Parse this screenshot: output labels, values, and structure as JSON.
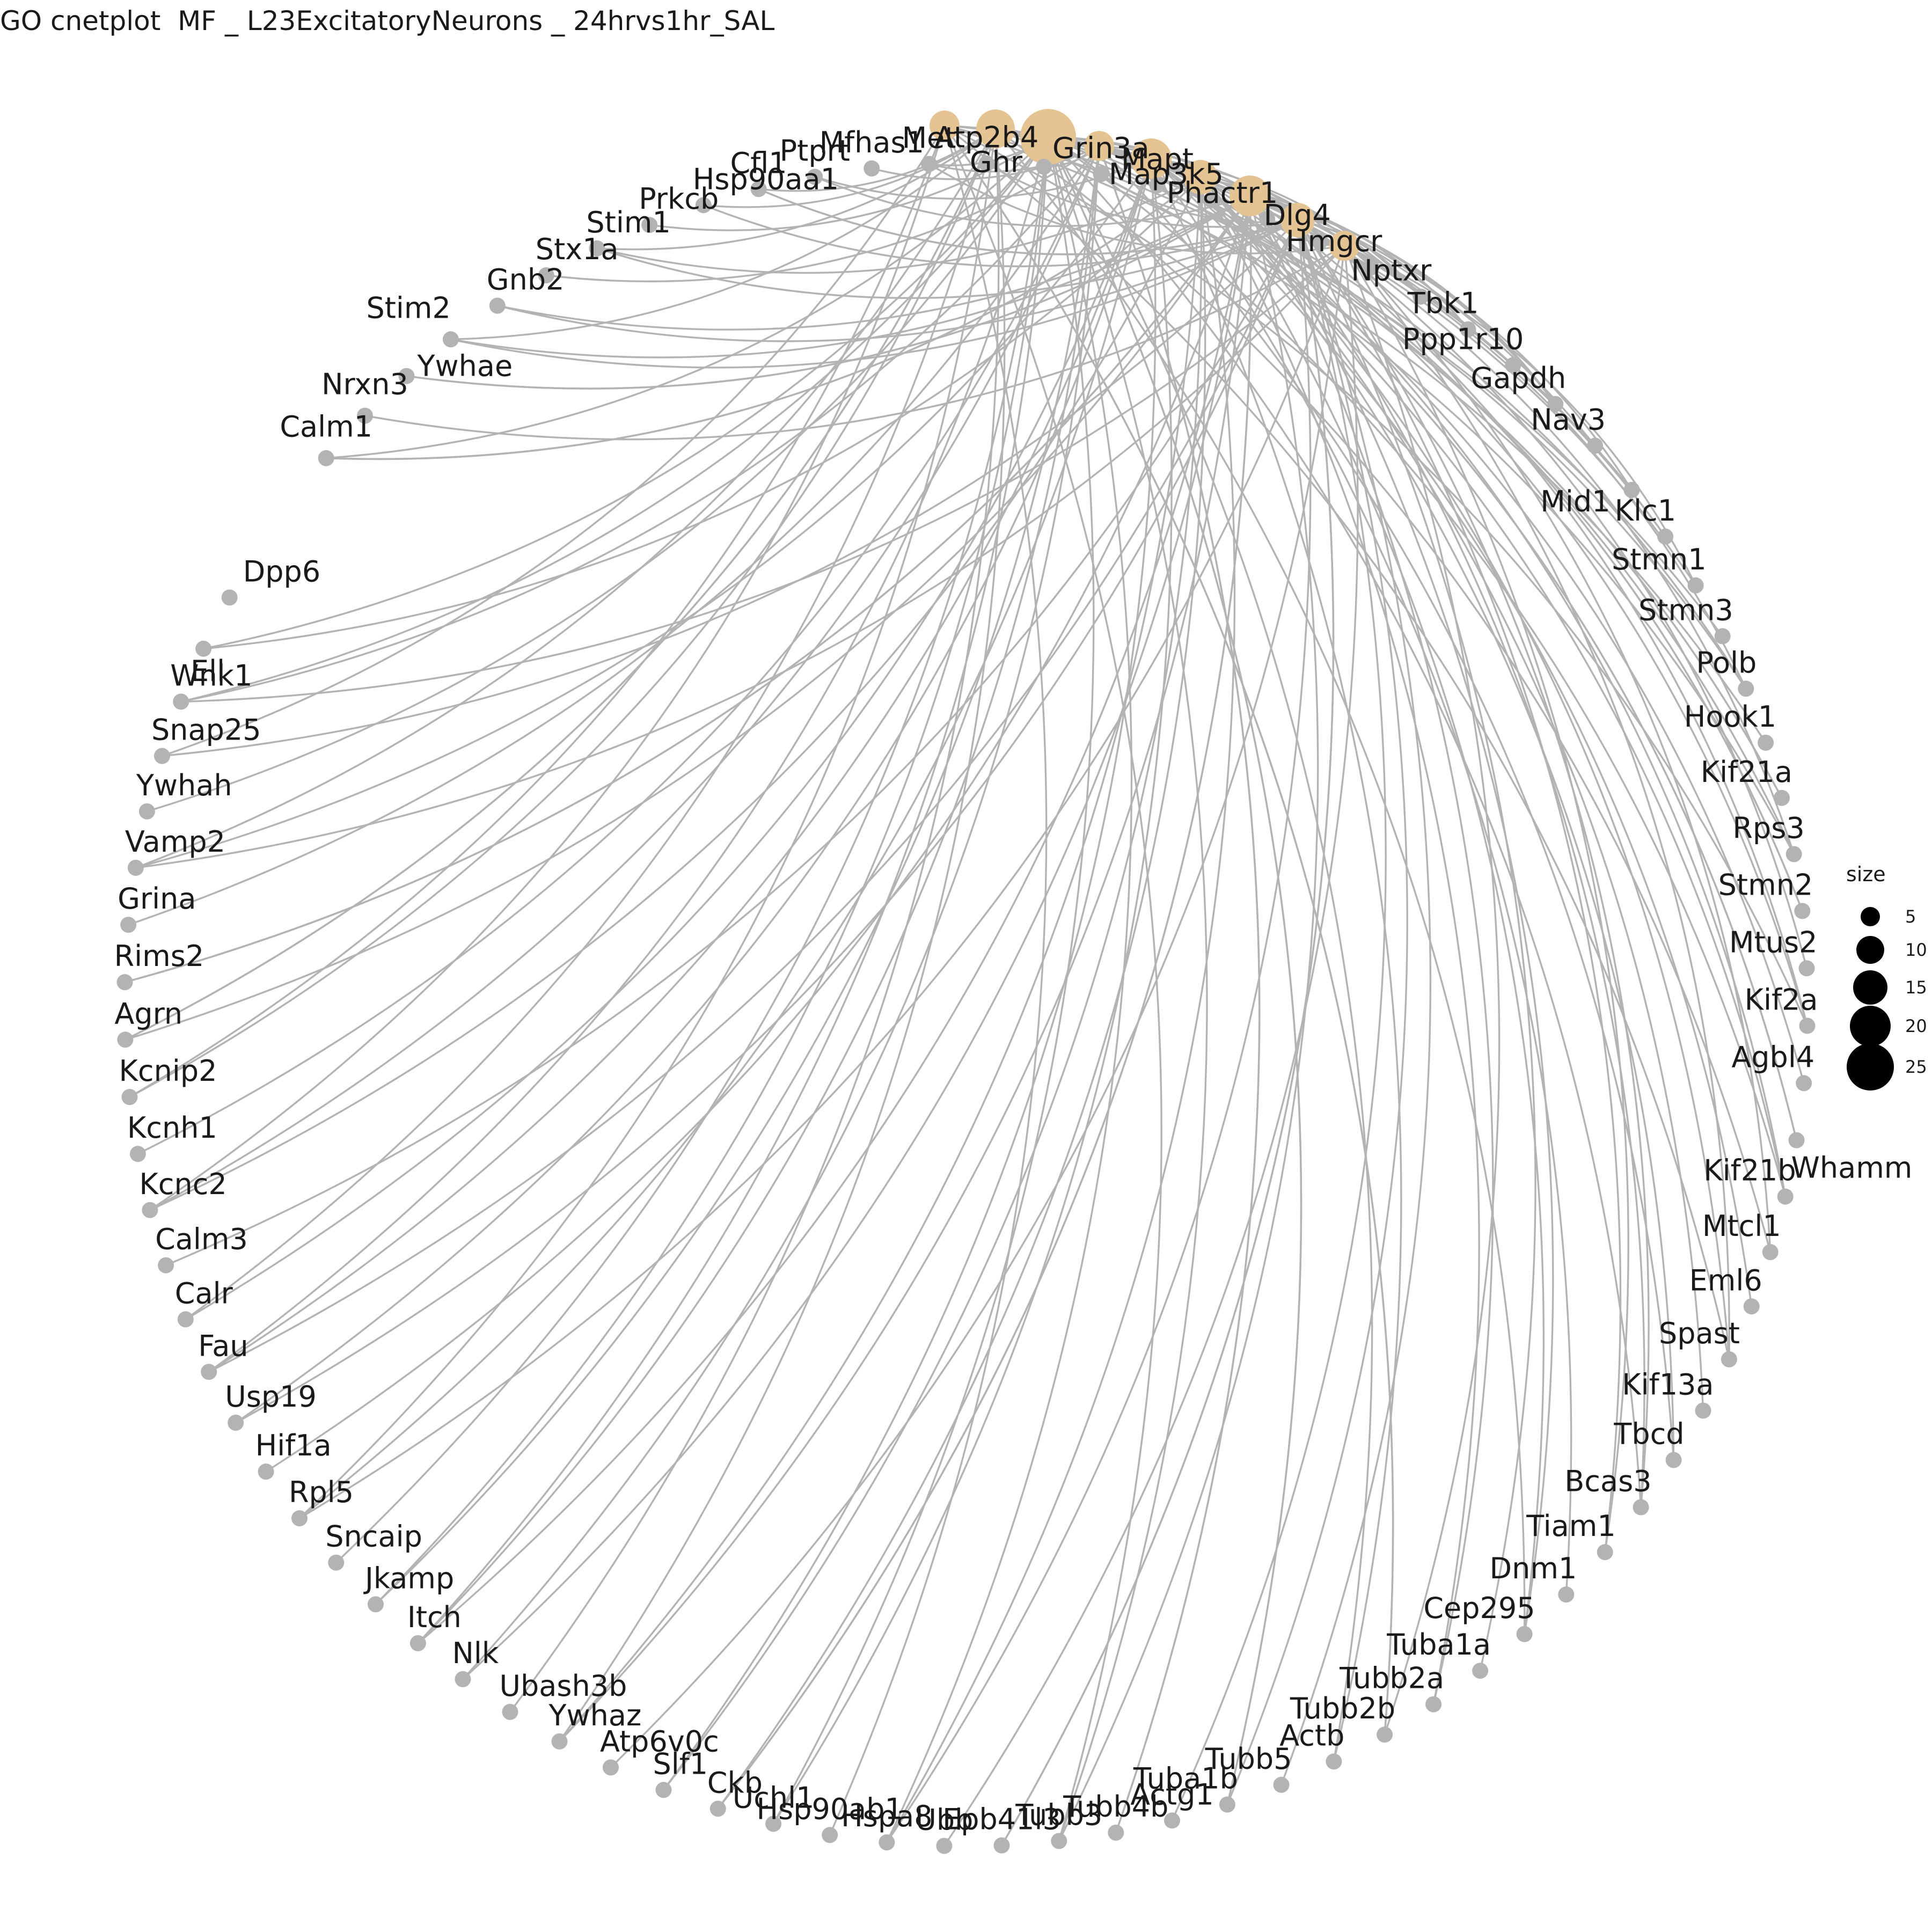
{
  "title": "GO cnetplot  MF _ L23ExcitatoryNeurons _ 24hrvs1hr_SAL",
  "colors": {
    "gene": "#b3b3b3",
    "category": "#e5c494",
    "edge": "#b3b3b3"
  },
  "legend": {
    "title": "size",
    "values": [
      "5",
      "10",
      "15",
      "20",
      "25"
    ]
  },
  "genes": [
    "Calm1",
    "Nrxn3",
    "Ywhae",
    "Stim2",
    "Gnb2",
    "Stx1a",
    "Stim1",
    "Prkcb",
    "Hsp90aa1",
    "Cfl1",
    "Ptprt",
    "Mfhas1",
    "Met",
    "Atp2b4",
    "Ghr",
    "Grin3a",
    "Mapt",
    "Map3k5",
    "Phactr1",
    "Dlg4",
    "Hmgcr",
    "Nptxr",
    "Tbk1",
    "Ppp1r10",
    "Gapdh",
    "Nav3",
    "Mid1",
    "Klc1",
    "Stmn1",
    "Stmn3",
    "Polb",
    "Hook1",
    "Kif21a",
    "Rps3",
    "Stmn2",
    "Mtus2",
    "Kif2a",
    "Agbl4",
    "Whamm",
    "Kif21b",
    "Mtcl1",
    "Eml6",
    "Spast",
    "Kif13a",
    "Tbcd",
    "Bcas3",
    "Tiam1",
    "Dnm1",
    "Cep295",
    "Tuba1a",
    "Tubb2a",
    "Tubb2b",
    "Actb",
    "Tubb5",
    "Tuba1b",
    "Actg1",
    "Tubb4b",
    "Tubb3",
    "Epb41l3",
    "Ubb",
    "Hspa8",
    "Hsp90ab1",
    "Uchl1",
    "Ckb",
    "Slf1",
    "Atp6v0c",
    "Ywhaz",
    "Ubash3b",
    "Nlk",
    "Itch",
    "Jkamp",
    "Sncaip",
    "Rpl5",
    "Hif1a",
    "Usp19",
    "Fau",
    "Calr",
    "Calm3",
    "Kcnc2",
    "Kcnh1",
    "Kcnip2",
    "Agrn",
    "Rims2",
    "Grina",
    "Vamp2",
    "Ywhah",
    "Snap25",
    "Wnk1",
    "Ell",
    "Dpp6"
  ]
}
